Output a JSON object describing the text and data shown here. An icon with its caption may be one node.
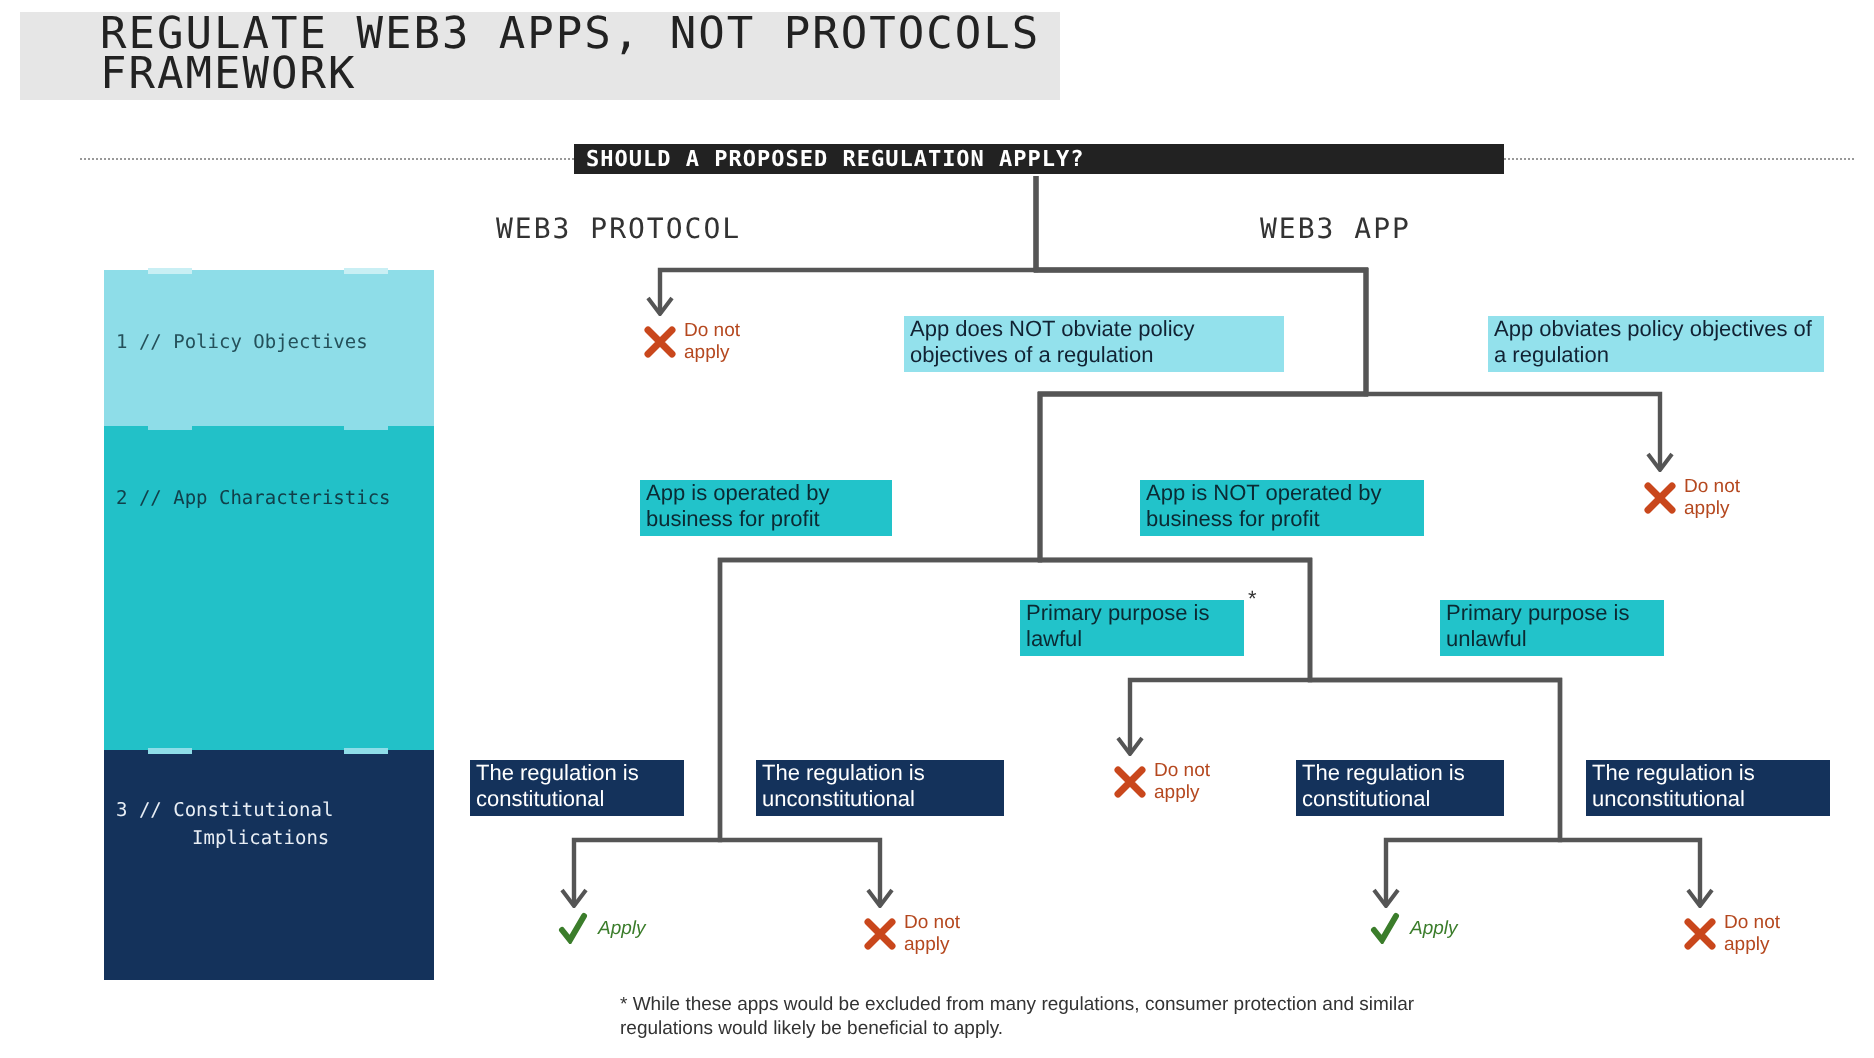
{
  "diagram": {
    "title": "REGULATE WEB3 APPS, NOT PROTOCOLS FRAMEWORK",
    "nodes": [
      {
        "text": [
          "SHOULD A PROPOSED REGULATION APPLY?"
        ]
      },
      {
        "text": [
          "Do not apply"
        ]
      },
      {
        "text": [
          "App does NOT obviate policy objectives of a regulation"
        ]
      },
      {
        "text": [
          "App obviates policy objectives of a regulation"
        ]
      },
      {
        "text": [
          "Do not apply"
        ]
      },
      {
        "text": [
          "App is operated by business for profit"
        ]
      },
      {
        "text": [
          "App is NOT operated by business for profit"
        ]
      },
      {
        "text": [
          "Primary purpose is lawful"
        ],
        "beside": [
          "*"
        ]
      },
      {
        "text": [
          "Primary purpose is unlawful"
        ]
      },
      {
        "text": [
          "Do not apply"
        ]
      },
      {
        "text": [
          "The regulation is constitutional"
        ]
      },
      {
        "text": [
          "The regulation is unconstitutional"
        ]
      },
      {
        "text": [
          "Apply"
        ]
      },
      {
        "text": [
          "Do not apply"
        ]
      },
      {
        "text": [
          "The regulation is constitutional"
        ]
      },
      {
        "text": [
          "The regulation is unconstitutional"
        ]
      },
      {
        "text": [
          "Apply"
        ]
      },
      {
        "text": [
          "Do not apply"
        ]
      },
      {
        "text": [
          "1 // Policy Objectives"
        ]
      },
      {
        "text": [
          "2 // App Characteristics"
        ]
      },
      {
        "text": [
          "3 // Constitutional Implications"
        ]
      }
    ],
    "edges": [
      {
        "from": 0,
        "to": 1,
        "arrow": "to"
      },
      {
        "from": 0,
        "to": 4,
        "arrow": "to"
      },
      {
        "from": 0,
        "to": 9,
        "arrow": "to"
      },
      {
        "from": 0,
        "to": 12,
        "arrow": "to"
      },
      {
        "from": 0,
        "to": 13,
        "arrow": "to"
      },
      {
        "from": 0,
        "to": 16,
        "arrow": "to"
      },
      {
        "from": 0,
        "to": 17,
        "arrow": "to"
      }
    ],
    "labels": [
      "WEB3 PROTOCOL",
      "WEB3 APP",
      "* While these apps would be excluded from many regulations, consumer protection and similar regulations would likely be beneficial to apply."
    ]
  }
}
